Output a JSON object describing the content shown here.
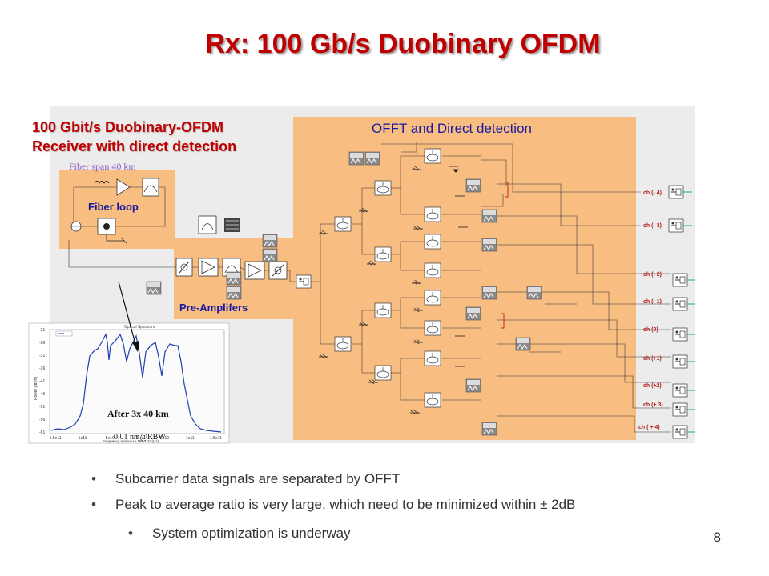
{
  "slide": {
    "title": "Rx: 100 Gb/s Duobinary OFDM",
    "caption_line1": "100 Gbit/s Duobinary-OFDM",
    "caption_line2": "Receiver with direct detection",
    "page_number": "8"
  },
  "diagram": {
    "fiber_span": "Fiber span 40 km",
    "fiber_loop": "Fiber loop",
    "pre_amplifiers": "Pre-Amplifers",
    "offt": "OFFT and Direct detection",
    "channels": [
      "ch (- 4)",
      "ch (- 3)",
      "ch (- 2)",
      "ch (- 1)",
      "ch (0)",
      "ch (+1)",
      "ch (+2)",
      "ch (+ 3)",
      "ch ( + 4)"
    ],
    "spectrum_note1": "After 3x 40 km",
    "spectrum_note2": "0.01 nm@RBW",
    "spectrum_title": "Optical Spectrum",
    "spectrum_ylabel": "Power (dBm)",
    "spectrum_xlabel": "Frequency relative to 194 THz (Hz)",
    "spectrum_yticks": [
      "-21",
      "-26",
      "-31",
      "-36",
      "-41",
      "-46",
      "-51",
      "-56",
      "-61"
    ],
    "spectrum_xticks": [
      "-1.5e11",
      "-1e11",
      "-5e10",
      "0",
      "5e10",
      "1e11",
      "1.5e11"
    ]
  },
  "bullets": [
    "Subcarrier data signals are separated by OFFT",
    "Peak to average ratio is very large, which need to be minimized within ± 2dB"
  ],
  "sub_bullets": [
    "System optimization is underway"
  ],
  "colors": {
    "title": "#c00000",
    "panel": "#f8bd80",
    "canvas": "#ececec",
    "spectrum": "#1f3fb0"
  }
}
